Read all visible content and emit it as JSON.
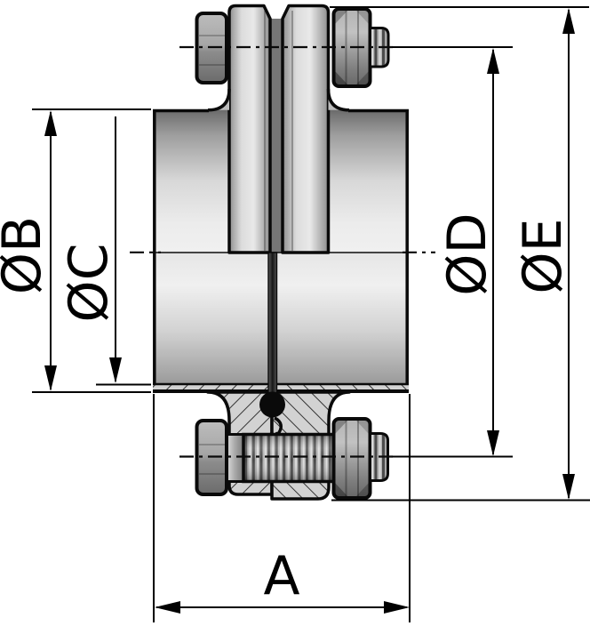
{
  "drawing": {
    "component": "flanged-pipe-coupling-cross-section",
    "view": "side elevation, half section with bolted flange joint, gasket and seal",
    "labels": {
      "dim_b": "ØB",
      "dim_c": "ØC",
      "dim_d": "ØD",
      "dim_e": "ØE",
      "dim_a": "A"
    },
    "colors": {
      "outline": "#0a0a0a",
      "background": "#ffffff",
      "metal_light": "#ececec",
      "metal_mid": "#b5b5b5",
      "metal_dark": "#6b6b6b",
      "hatch_fill": "#d2d2d2",
      "seal": "#0a0a0a"
    }
  }
}
